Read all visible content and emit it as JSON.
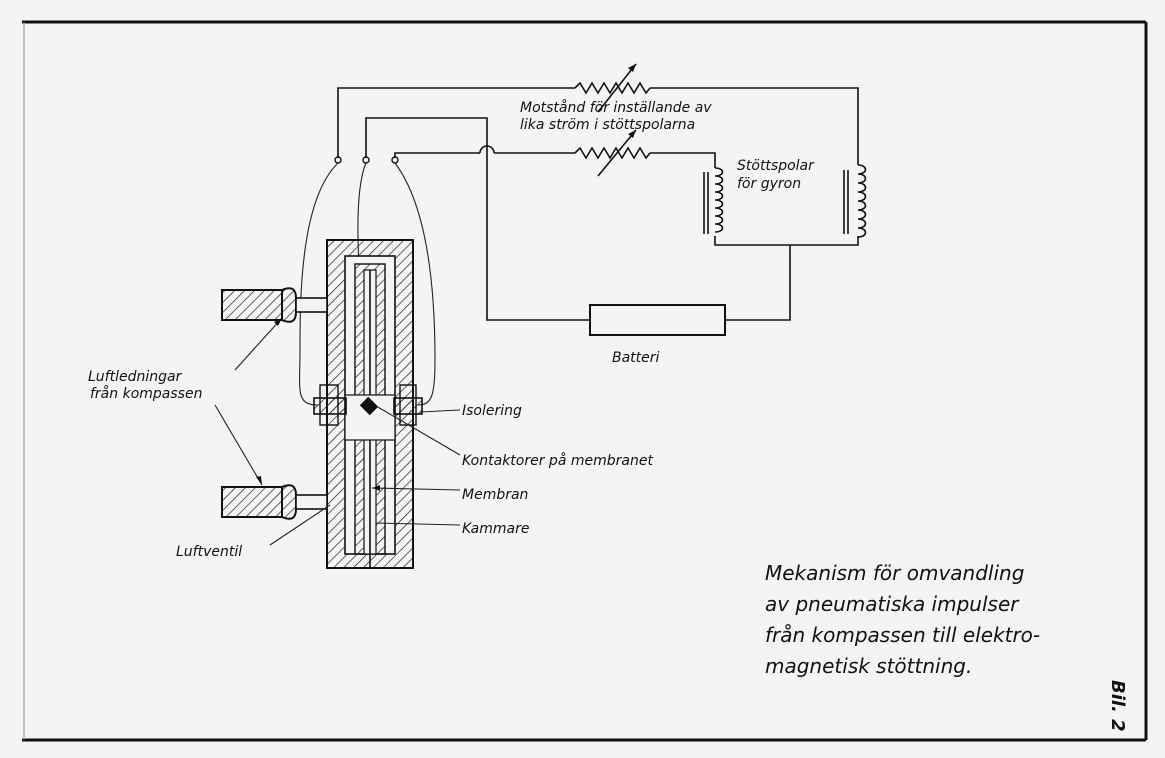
{
  "labels": {
    "resistor_line1": "Motstånd för inställande av",
    "resistor_line2": "lika ström i stöttspolarna",
    "coils_line1": "Stöttspolar",
    "coils_line2": "för gyron",
    "battery": "Batteri",
    "air_lines_line1": "Luftledningar",
    "air_lines_line2": "från kompassen",
    "insulation": "Isolering",
    "contactors": "Kontaktorer på membranet",
    "membrane": "Membran",
    "chamber": "Kammare",
    "air_valve": "Luftventil"
  },
  "caption": {
    "line1": "Mekanism för omvandling",
    "line2": "av pneumatiska impulser",
    "line3": "från kompassen till elektro-",
    "line4": "magnetisk stöttning."
  },
  "page_marker": "Bil. 2"
}
